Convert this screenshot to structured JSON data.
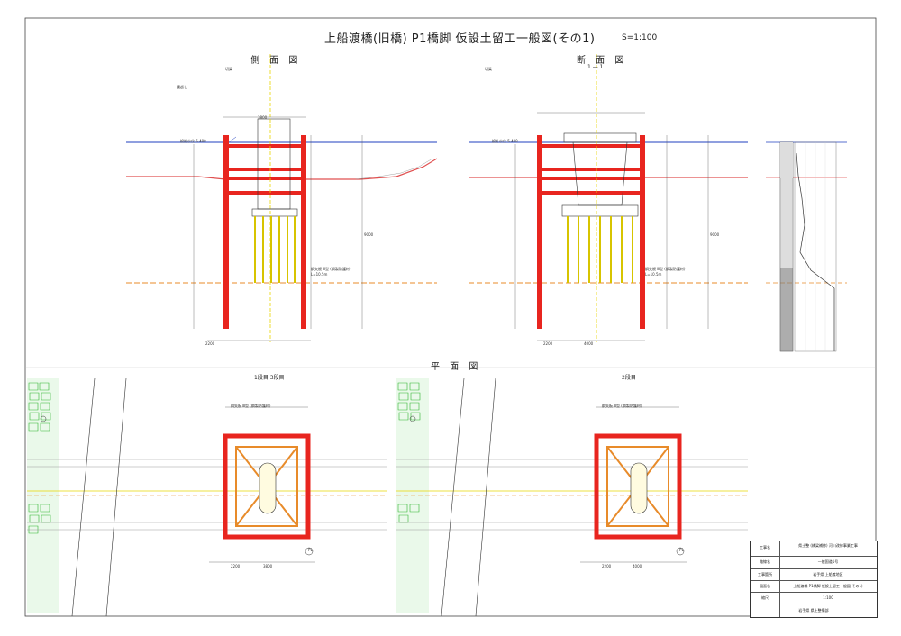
{
  "title": "上船渡橋(旧橋) P1橋脚 仮設土留工一般図(その1)",
  "scale": "S=1:100",
  "views": {
    "side": "側 面 図",
    "section": "断 面 図",
    "section_cut": "1 — 1",
    "plan": "平 面 図",
    "plan_left_label": "1段目 3段目",
    "plan_right_label": "2段目"
  },
  "labels": {
    "sheet_pile": "鋼矢板 Ⅲ型 (鋼製防護材)",
    "length": "L=10.5m",
    "water_level": "設計水位 5.400",
    "support": "切梁",
    "waler": "腹起し",
    "p1": "P1"
  },
  "dims": {
    "d2200": "2200",
    "d3800": "3800",
    "d4000": "4000",
    "d9000": "9000"
  },
  "title_block": {
    "rows": [
      {
        "label": "工事名",
        "value": "県土整 (橋梁補修) 河川改修事業工事"
      },
      {
        "label": "路線名",
        "value": "一般国道1号"
      },
      {
        "label": "工事箇所",
        "value": "岩手県 上船渡地区"
      },
      {
        "label": "図面名",
        "value": "上船渡橋 P1橋脚 仮設土留工一般図(その1)"
      },
      {
        "label": "縮尺",
        "value": "1:100"
      }
    ],
    "footer": "岩手県 県土整備部"
  },
  "colors": {
    "sheetpile": "#e8251f",
    "water": "#1f3fbf",
    "gl": "#e05050",
    "pile": "#d7c400",
    "axis": "#e88b2a",
    "green": "#2fb42f"
  }
}
